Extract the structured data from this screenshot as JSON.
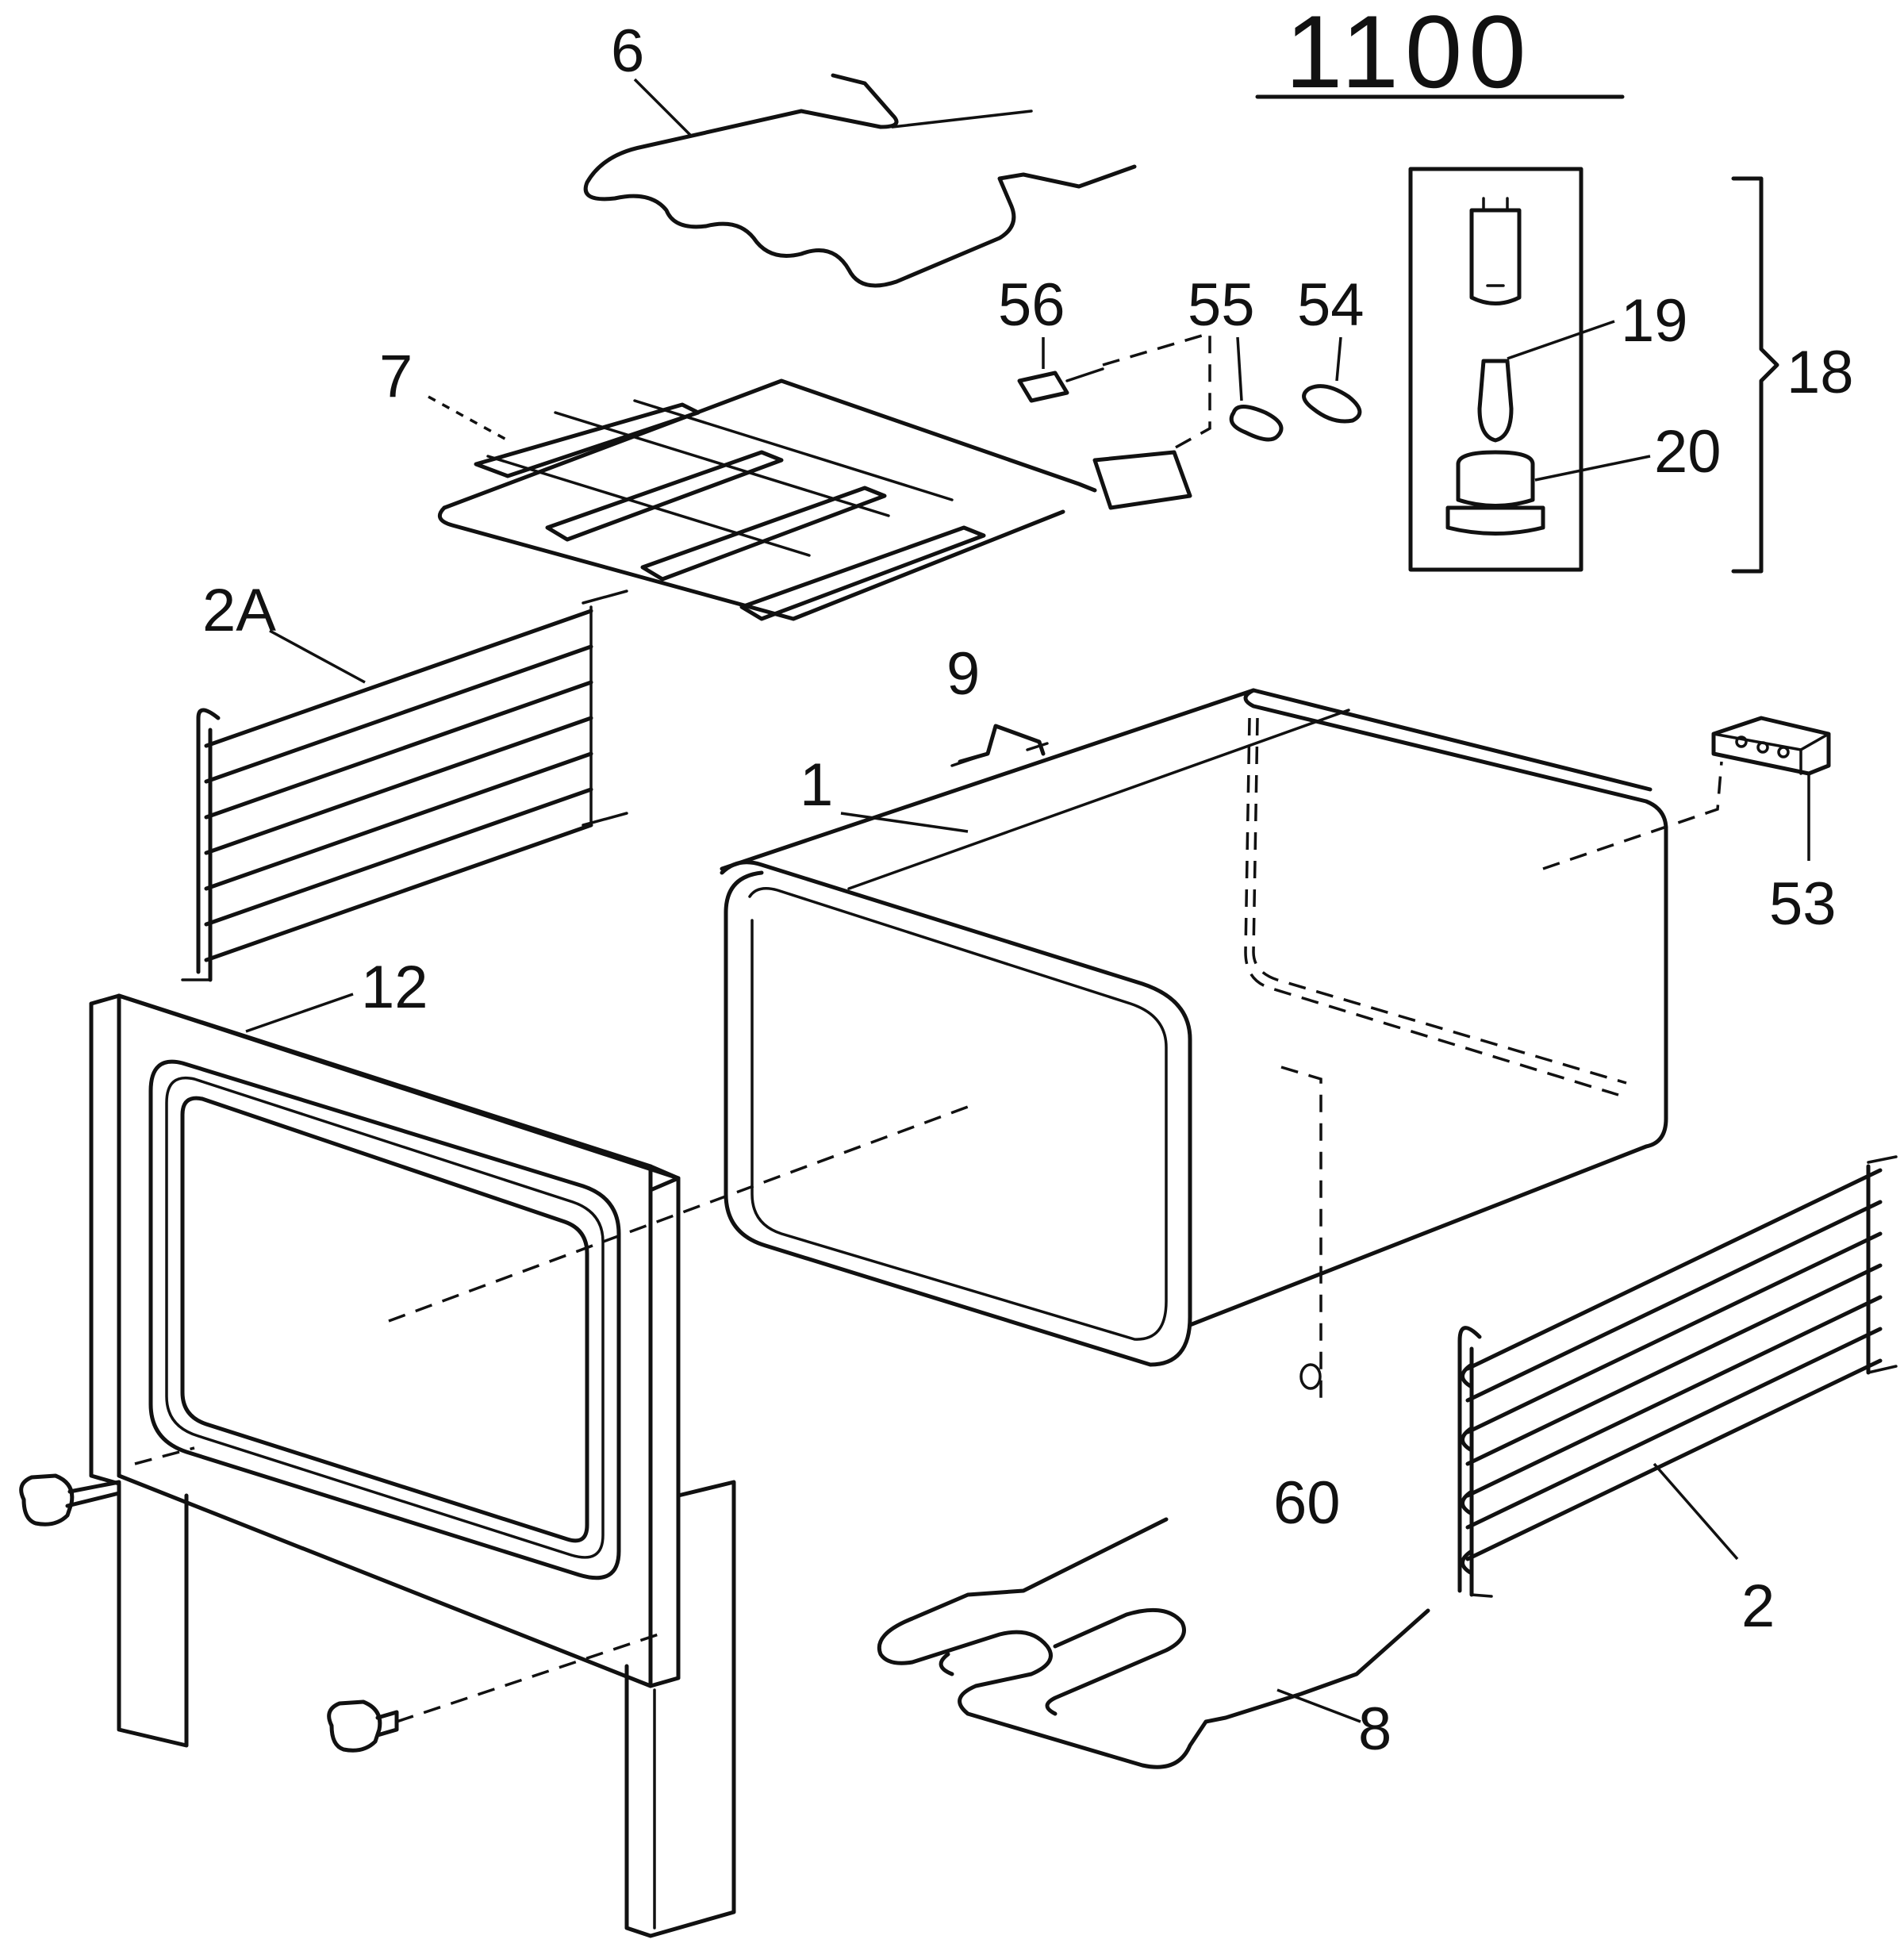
{
  "diagram": {
    "title": "1100",
    "labels": {
      "p1": "1",
      "p2": "2",
      "p2a": "2A",
      "p6": "6",
      "p7": "7",
      "p8": "8",
      "p9": "9",
      "p12": "12",
      "p18": "18",
      "p19": "19",
      "p20": "20",
      "p53": "53",
      "p54": "54",
      "p55": "55",
      "p56": "56",
      "p60": "60"
    }
  }
}
